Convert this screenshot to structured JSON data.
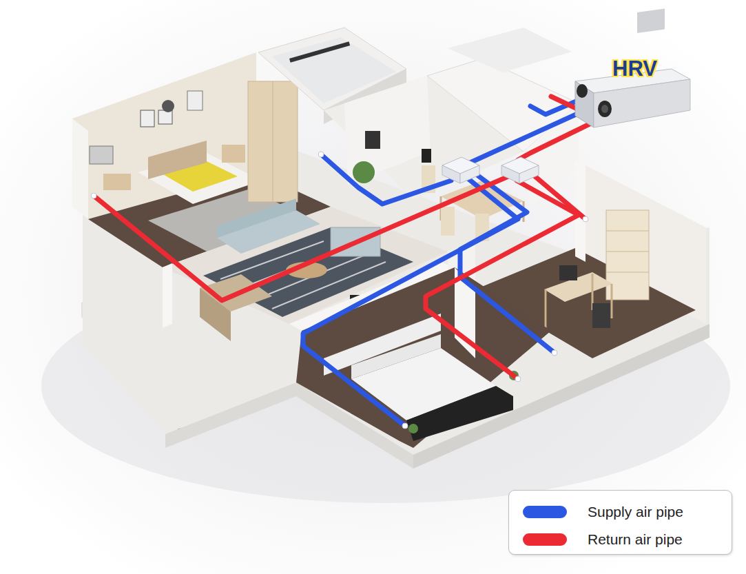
{
  "diagram": {
    "labels": [
      "HRV"
    ],
    "legend": [
      {
        "text": "Supply air pipe",
        "color": "#2b57e3"
      },
      {
        "text": "Return air pipe",
        "color": "#ec2a33"
      }
    ]
  }
}
